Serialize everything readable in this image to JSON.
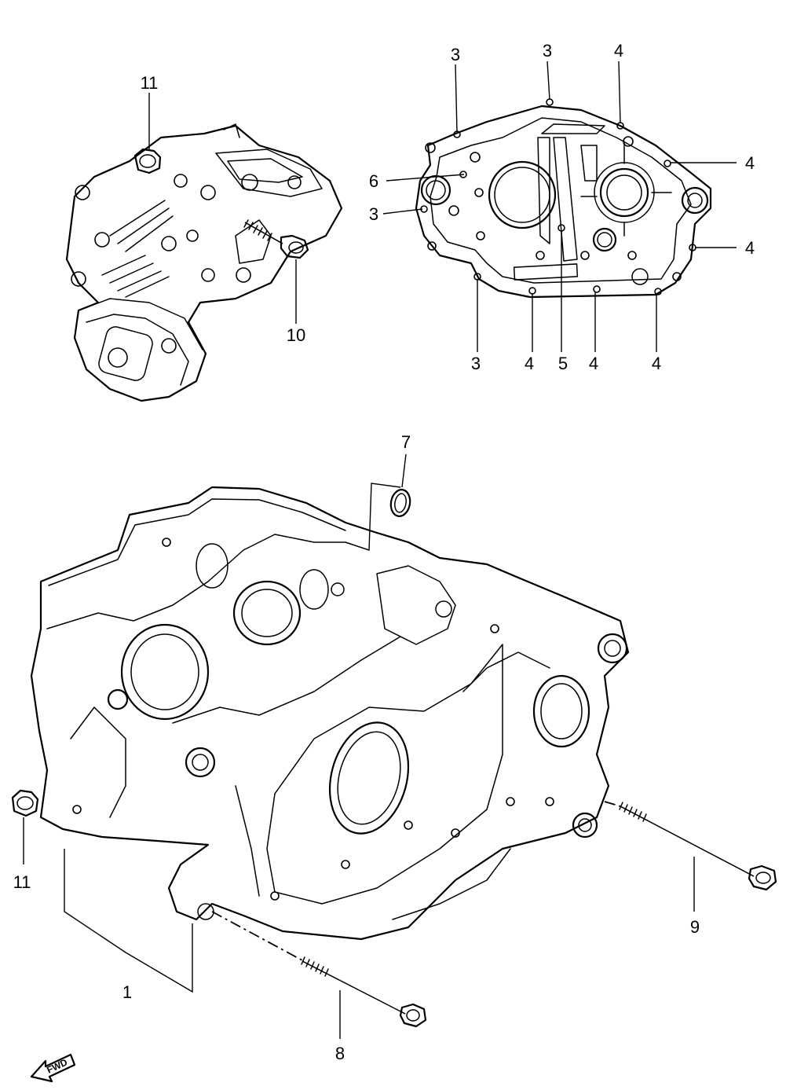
{
  "callouts": {
    "c1": "1",
    "c3a": "3",
    "c3b": "3",
    "c3c": "3",
    "c3d": "3",
    "c4a": "4",
    "c4b": "4",
    "c4c": "4",
    "c4d": "4",
    "c4e": "4",
    "c4f": "4",
    "c5": "5",
    "c6": "6",
    "c7": "7",
    "c8": "8",
    "c9": "9",
    "c10": "10",
    "c11a": "11",
    "c11b": "11"
  },
  "fwd_label": "FWD"
}
